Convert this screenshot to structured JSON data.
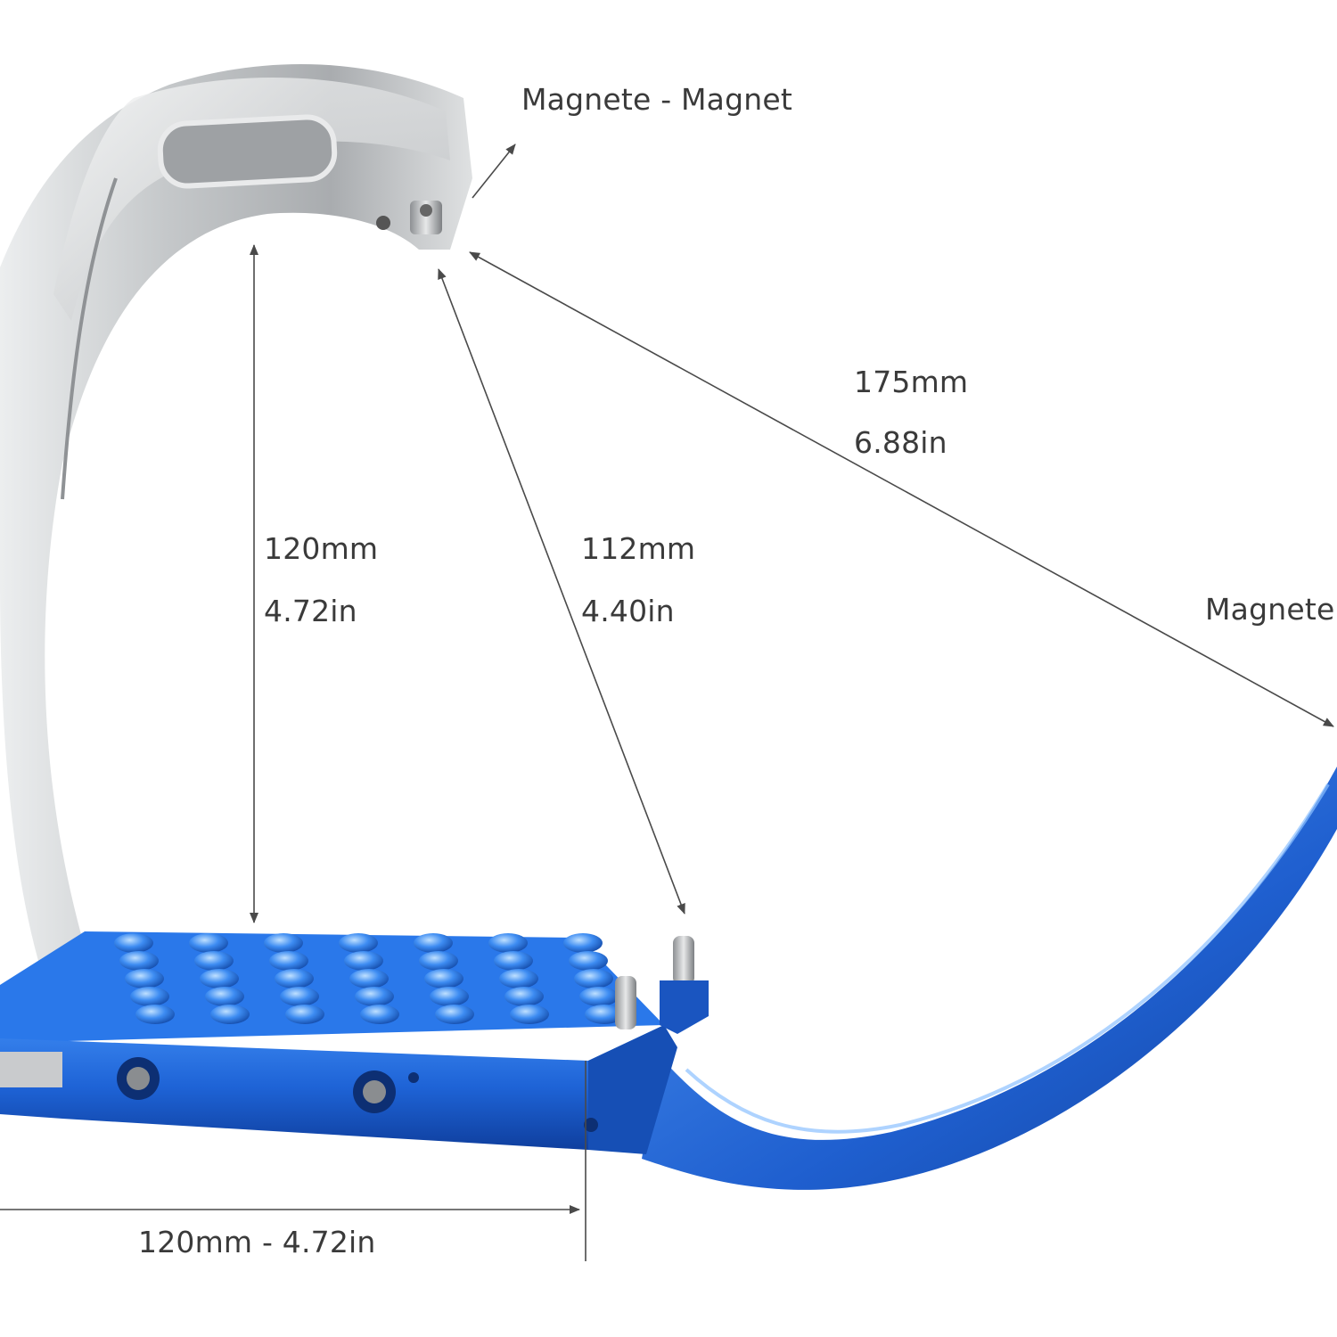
{
  "labels": {
    "magnet_top": "Magnete - Magnet",
    "magnet_right": "Magnete",
    "diagonal_mm": "175mm",
    "diagonal_in": "6.88in",
    "height_mm": "120mm",
    "height_in": "4.72in",
    "slant_mm": "112mm",
    "slant_in": "4.40in",
    "width": "120mm - 4.72in"
  },
  "colors": {
    "silver": "#c9cbcd",
    "blue": "#1e63d6",
    "label": "#3a3a3a"
  }
}
